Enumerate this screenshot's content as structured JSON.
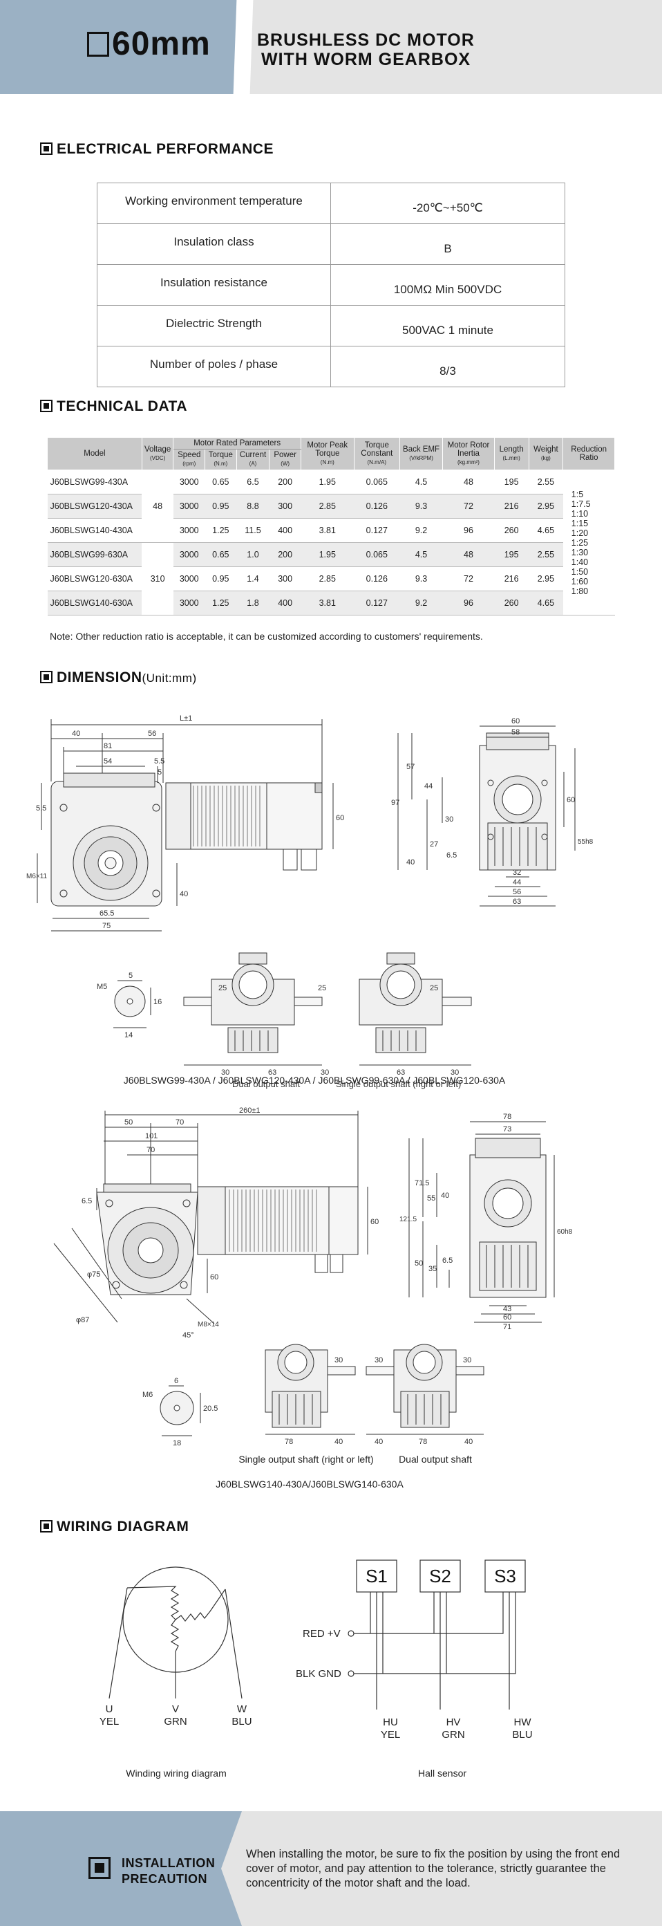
{
  "header": {
    "size": "60mm",
    "title_line1": "BRUSHLESS DC MOTOR",
    "title_line2": "WITH WORM GEARBOX"
  },
  "electrical": {
    "heading": "ELECTRICAL PERFORMANCE",
    "rows": [
      {
        "label": "Working environment temperature",
        "value": "-20℃~+50℃"
      },
      {
        "label": "Insulation class",
        "value": "B"
      },
      {
        "label": "Insulation resistance",
        "value": "100MΩ Min 500VDC"
      },
      {
        "label": "Dielectric Strength",
        "value": "500VAC 1 minute"
      },
      {
        "label": "Number of poles / phase",
        "value": "8/3"
      }
    ]
  },
  "technical": {
    "heading": "TECHNICAL DATA",
    "headers": {
      "model": "Model",
      "voltage": "Voltage",
      "voltage_unit": "(VDC)",
      "rated_group": "Motor Rated Parameters",
      "speed": "Speed",
      "speed_unit": "(rpm)",
      "torque": "Torque",
      "torque_unit": "(N.m)",
      "current": "Current",
      "current_unit": "(A)",
      "power": "Power",
      "power_unit": "(W)",
      "peak": "Motor Peak Torque",
      "peak_unit": "(N.m)",
      "tconst": "Torque Constant",
      "tconst_unit": "(N.m/A)",
      "emf": "Back EMF",
      "emf_unit": "(V/kRPM)",
      "inertia": "Motor Rotor Inertia",
      "inertia_unit": "(kg.mm²)",
      "length": "Length",
      "length_unit": "(L.mm)",
      "weight": "Weight",
      "weight_unit": "(kg)",
      "ratio": "Reduction Ratio"
    },
    "rows": [
      {
        "model": "J60BLSWG99-430A",
        "speed": "3000",
        "torque": "0.65",
        "current": "6.5",
        "power": "200",
        "peak": "1.95",
        "tconst": "0.065",
        "emf": "4.5",
        "inertia": "48",
        "length": "195",
        "weight": "2.55"
      },
      {
        "model": "J60BLSWG120-430A",
        "speed": "3000",
        "torque": "0.95",
        "current": "8.8",
        "power": "300",
        "peak": "2.85",
        "tconst": "0.126",
        "emf": "9.3",
        "inertia": "72",
        "length": "216",
        "weight": "2.95"
      },
      {
        "model": "J60BLSWG140-430A",
        "speed": "3000",
        "torque": "1.25",
        "current": "11.5",
        "power": "400",
        "peak": "3.81",
        "tconst": "0.127",
        "emf": "9.2",
        "inertia": "96",
        "length": "260",
        "weight": "4.65"
      },
      {
        "model": "J60BLSWG99-630A",
        "speed": "3000",
        "torque": "0.65",
        "current": "1.0",
        "power": "200",
        "peak": "1.95",
        "tconst": "0.065",
        "emf": "4.5",
        "inertia": "48",
        "length": "195",
        "weight": "2.55"
      },
      {
        "model": "J60BLSWG120-630A",
        "speed": "3000",
        "torque": "0.95",
        "current": "1.4",
        "power": "300",
        "peak": "2.85",
        "tconst": "0.126",
        "emf": "9.3",
        "inertia": "72",
        "length": "216",
        "weight": "2.95"
      },
      {
        "model": "J60BLSWG140-630A",
        "speed": "3000",
        "torque": "1.25",
        "current": "1.8",
        "power": "400",
        "peak": "3.81",
        "tconst": "0.127",
        "emf": "9.2",
        "inertia": "96",
        "length": "260",
        "weight": "4.65"
      }
    ],
    "voltage_a": "48",
    "voltage_b": "310",
    "ratios": [
      "1:5",
      "1:7.5",
      "1:10",
      "1:15",
      "1:20",
      "1:25",
      "1:30",
      "1:40",
      "1:50",
      "1:60",
      "1:80"
    ],
    "note": "Note: Other reduction ratio is acceptable, it can be customized according to customers' requirements."
  },
  "dimension": {
    "heading": "DIMENSION",
    "unit": "(Unit:mm)",
    "d1": {
      "l": "L±1",
      "w40": "40",
      "w56": "56",
      "w81": "81",
      "w54": "54",
      "h5": "5",
      "h55": "5.5",
      "m6": "M6×11",
      "h40": "40",
      "w655": "65.5",
      "w75": "75",
      "h60": "60",
      "m5": "M5",
      "k5": "5",
      "k16": "16",
      "k14": "14",
      "s25a": "25",
      "s25b": "25",
      "s30a": "30",
      "s63": "63",
      "s30b": "30",
      "s63b": "63",
      "s30c": "30",
      "dual": "Dual output shaft",
      "single": "Single output shaft (right or left)",
      "r60": "60",
      "r58": "58",
      "r97": "97",
      "r57": "57",
      "r44": "44",
      "r30": "30",
      "r27": "27",
      "r65": "6.5",
      "r40": "40",
      "r32": "32",
      "r44b": "44",
      "r56": "56",
      "r63": "63",
      "r60b": "60",
      "r55": "55h8",
      "caption": "J60BLSWG99-430A / J60BLSWG120-430A / J60BLSWG99-630A  / J60BLSWG120-630A"
    },
    "d2": {
      "l": "260±1",
      "w50": "50",
      "w70": "70",
      "w101": "101",
      "w70b": "70",
      "h65": "6.5",
      "h60": "60",
      "h60b": "60",
      "d75": "φ75",
      "d87": "φ87",
      "m8": "M8×14",
      "a45": "45°",
      "k6": "6",
      "m6": "M6",
      "k205": "20.5",
      "k18": "18",
      "s30a": "30",
      "s78": "78",
      "s40a": "40",
      "s30b": "30",
      "s40b": "40",
      "s78b": "78",
      "s40c": "40",
      "single": "Single output shaft (right or left)",
      "dual": "Dual output shaft",
      "r78": "78",
      "r73": "73",
      "r1215": "121.5",
      "r715": "71.5",
      "r55": "55",
      "r40": "40",
      "r50": "50",
      "r35": "35",
      "r65": "6.5",
      "r43": "43",
      "r60": "60",
      "r71": "71",
      "r60h8": "60h8",
      "caption": "J60BLSWG140-430A/J60BLSWG140-630A"
    }
  },
  "wiring": {
    "heading": "WIRING DIAGRAM",
    "winding": {
      "u": "U",
      "u_c": "YEL",
      "v": "V",
      "v_c": "GRN",
      "w": "W",
      "w_c": "BLU",
      "caption": "Winding wiring diagram"
    },
    "hall": {
      "s1": "S1",
      "s2": "S2",
      "s3": "S3",
      "red": "RED +V",
      "blk": "BLK GND",
      "hu": "HU",
      "hu_c": "YEL",
      "hv": "HV",
      "hv_c": "GRN",
      "hw": "HW",
      "hw_c": "BLU",
      "caption": "Hall sensor"
    }
  },
  "footer": {
    "title_line1": "INSTALLATION",
    "title_line2": "PRECAUTION",
    "text": "When installing the motor, be sure to fix the position by using the front end cover of motor, and pay attention to the tolerance, strictly guarantee the concentricity of the motor shaft and the load."
  }
}
